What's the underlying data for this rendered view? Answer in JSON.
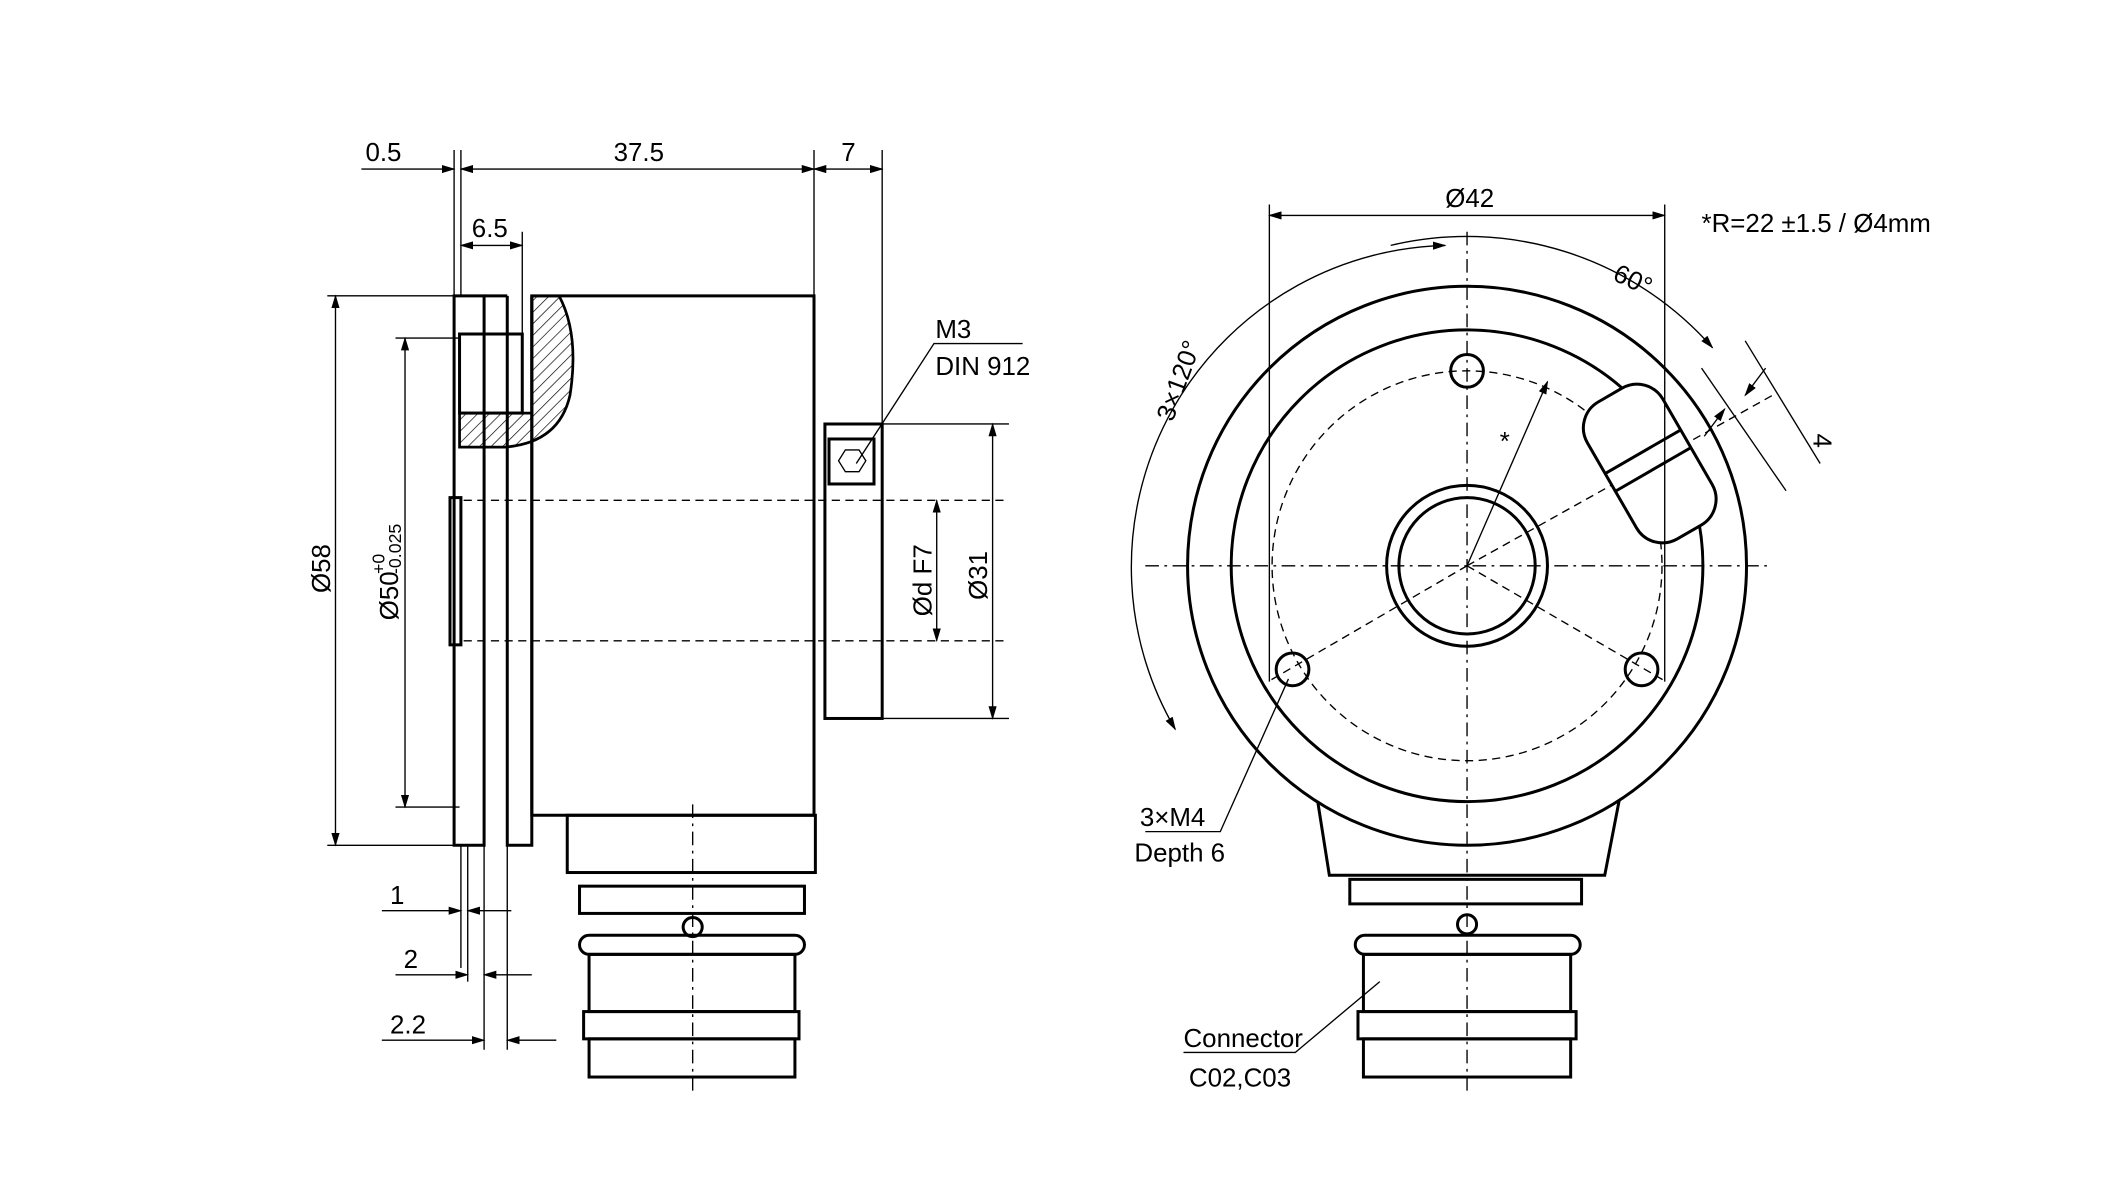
{
  "side_view": {
    "dim_0_5": "0.5",
    "dim_37_5": "37.5",
    "dim_7": "7",
    "dim_6_5": "6.5",
    "dim_dia58": "Ø58",
    "dim_dia50": "Ø50",
    "dim_dia50_tol_upper": "+0",
    "dim_dia50_tol_lower": "-0.025",
    "dim_shaft": "Ød F7",
    "dim_dia31": "Ø31",
    "screw_label_1": "M3",
    "screw_label_2": "DIN 912",
    "dim_1": "1",
    "dim_2": "2",
    "dim_2_2": "2.2"
  },
  "front_view": {
    "dim_dia42": "Ø42",
    "note": "*R=22 ±1.5 / Ø4mm",
    "angle_60": "60°",
    "angle_3x120": "3×120°",
    "dim_4": "4",
    "radius_marker": "*",
    "holes_label_1": "3×M4",
    "holes_label_2": "Depth 6",
    "connector_label_1": "Connector",
    "connector_label_2": "C02,C03"
  }
}
